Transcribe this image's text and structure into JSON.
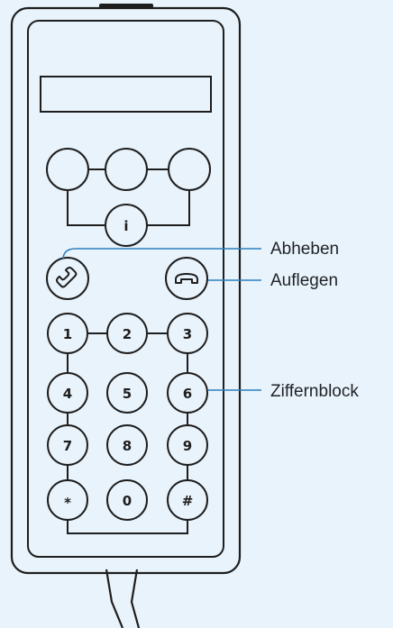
{
  "colors": {
    "background": "#e9f3fb",
    "outline": "#1e1e1e",
    "callout_line": "#2a7fc0",
    "label": "#1f2226"
  },
  "device": {
    "info_key": "i",
    "offhook_icon": "phone-handset-icon",
    "onhook_icon": "hang-up-icon",
    "keypad": [
      [
        "1",
        "2",
        "3"
      ],
      [
        "4",
        "5",
        "6"
      ],
      [
        "7",
        "8",
        "9"
      ],
      [
        "*",
        "0",
        "#"
      ]
    ]
  },
  "callouts": {
    "abheben": "Abheben",
    "auflegen": "Auflegen",
    "ziffernblock": "Ziffernblock"
  }
}
